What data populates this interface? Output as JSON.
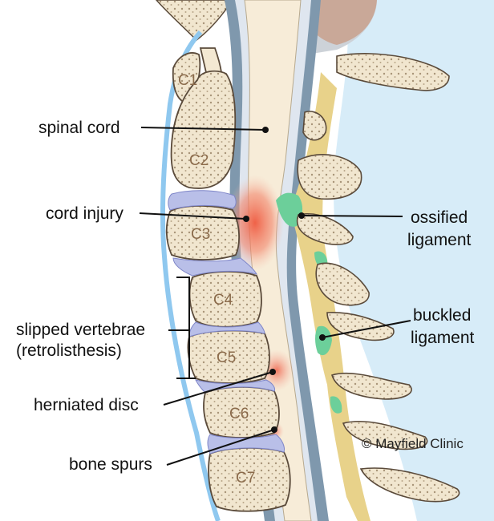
{
  "labels": {
    "spinal_cord": "spinal cord",
    "cord_injury": "cord injury",
    "slipped_line1": "slipped vertebrae",
    "slipped_line2": "(retrolisthesis)",
    "herniated_disc": "herniated disc",
    "bone_spurs": "bone spurs",
    "ossified_line1": "ossified",
    "ossified_line2": "ligament",
    "buckled_line1": "buckled",
    "buckled_line2": "ligament"
  },
  "vertebrae": [
    "C1",
    "C2",
    "C3",
    "C4",
    "C5",
    "C6",
    "C7"
  ],
  "credit": "© Mayfield Clinic",
  "colors": {
    "bone": "#f3e8d2",
    "bone_outline": "#5a4a3a",
    "disc": "#b9bfe8",
    "cord": "#f7ecd8",
    "dura": "#7f98ad",
    "csf": "#dfe6ef",
    "ligament_yellow": "#e8d28a",
    "ossified_green": "#6ccf9a",
    "soft_tissue": "#d7ecf8",
    "injury": "#ef6a52"
  }
}
